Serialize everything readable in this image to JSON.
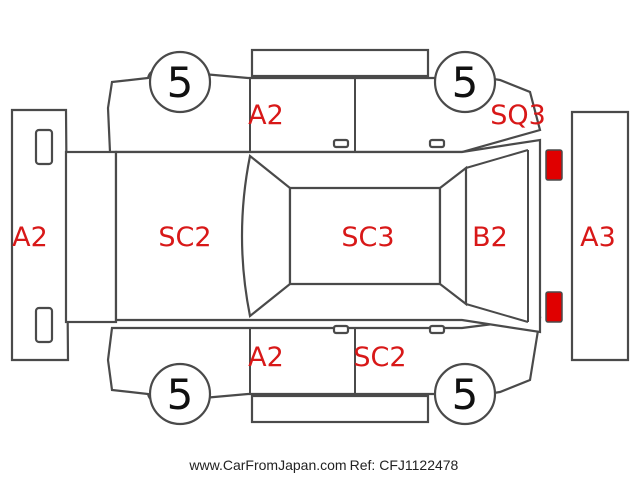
{
  "colors": {
    "outline": "#4a4a4a",
    "damage_code": "#d81818",
    "front_markers": "#f0ea00",
    "rear_markers": "#e00000",
    "background": "#ffffff"
  },
  "panels": {
    "front_bumper": "A2",
    "hood": "SC2",
    "roof": "SC3",
    "rear_glass": "B2",
    "rear_bumper": "A3",
    "top_front_door": "A2",
    "top_rear_quarter": "SQ3",
    "bottom_front_door": "A2",
    "bottom_rear_door": "SC2"
  },
  "wheels": {
    "top_left": "5",
    "top_right": "5",
    "bottom_left": "5",
    "bottom_right": "5"
  },
  "footer": {
    "site": "www.CarFromJapan.com",
    "ref": "Ref: CFJ1122478"
  }
}
